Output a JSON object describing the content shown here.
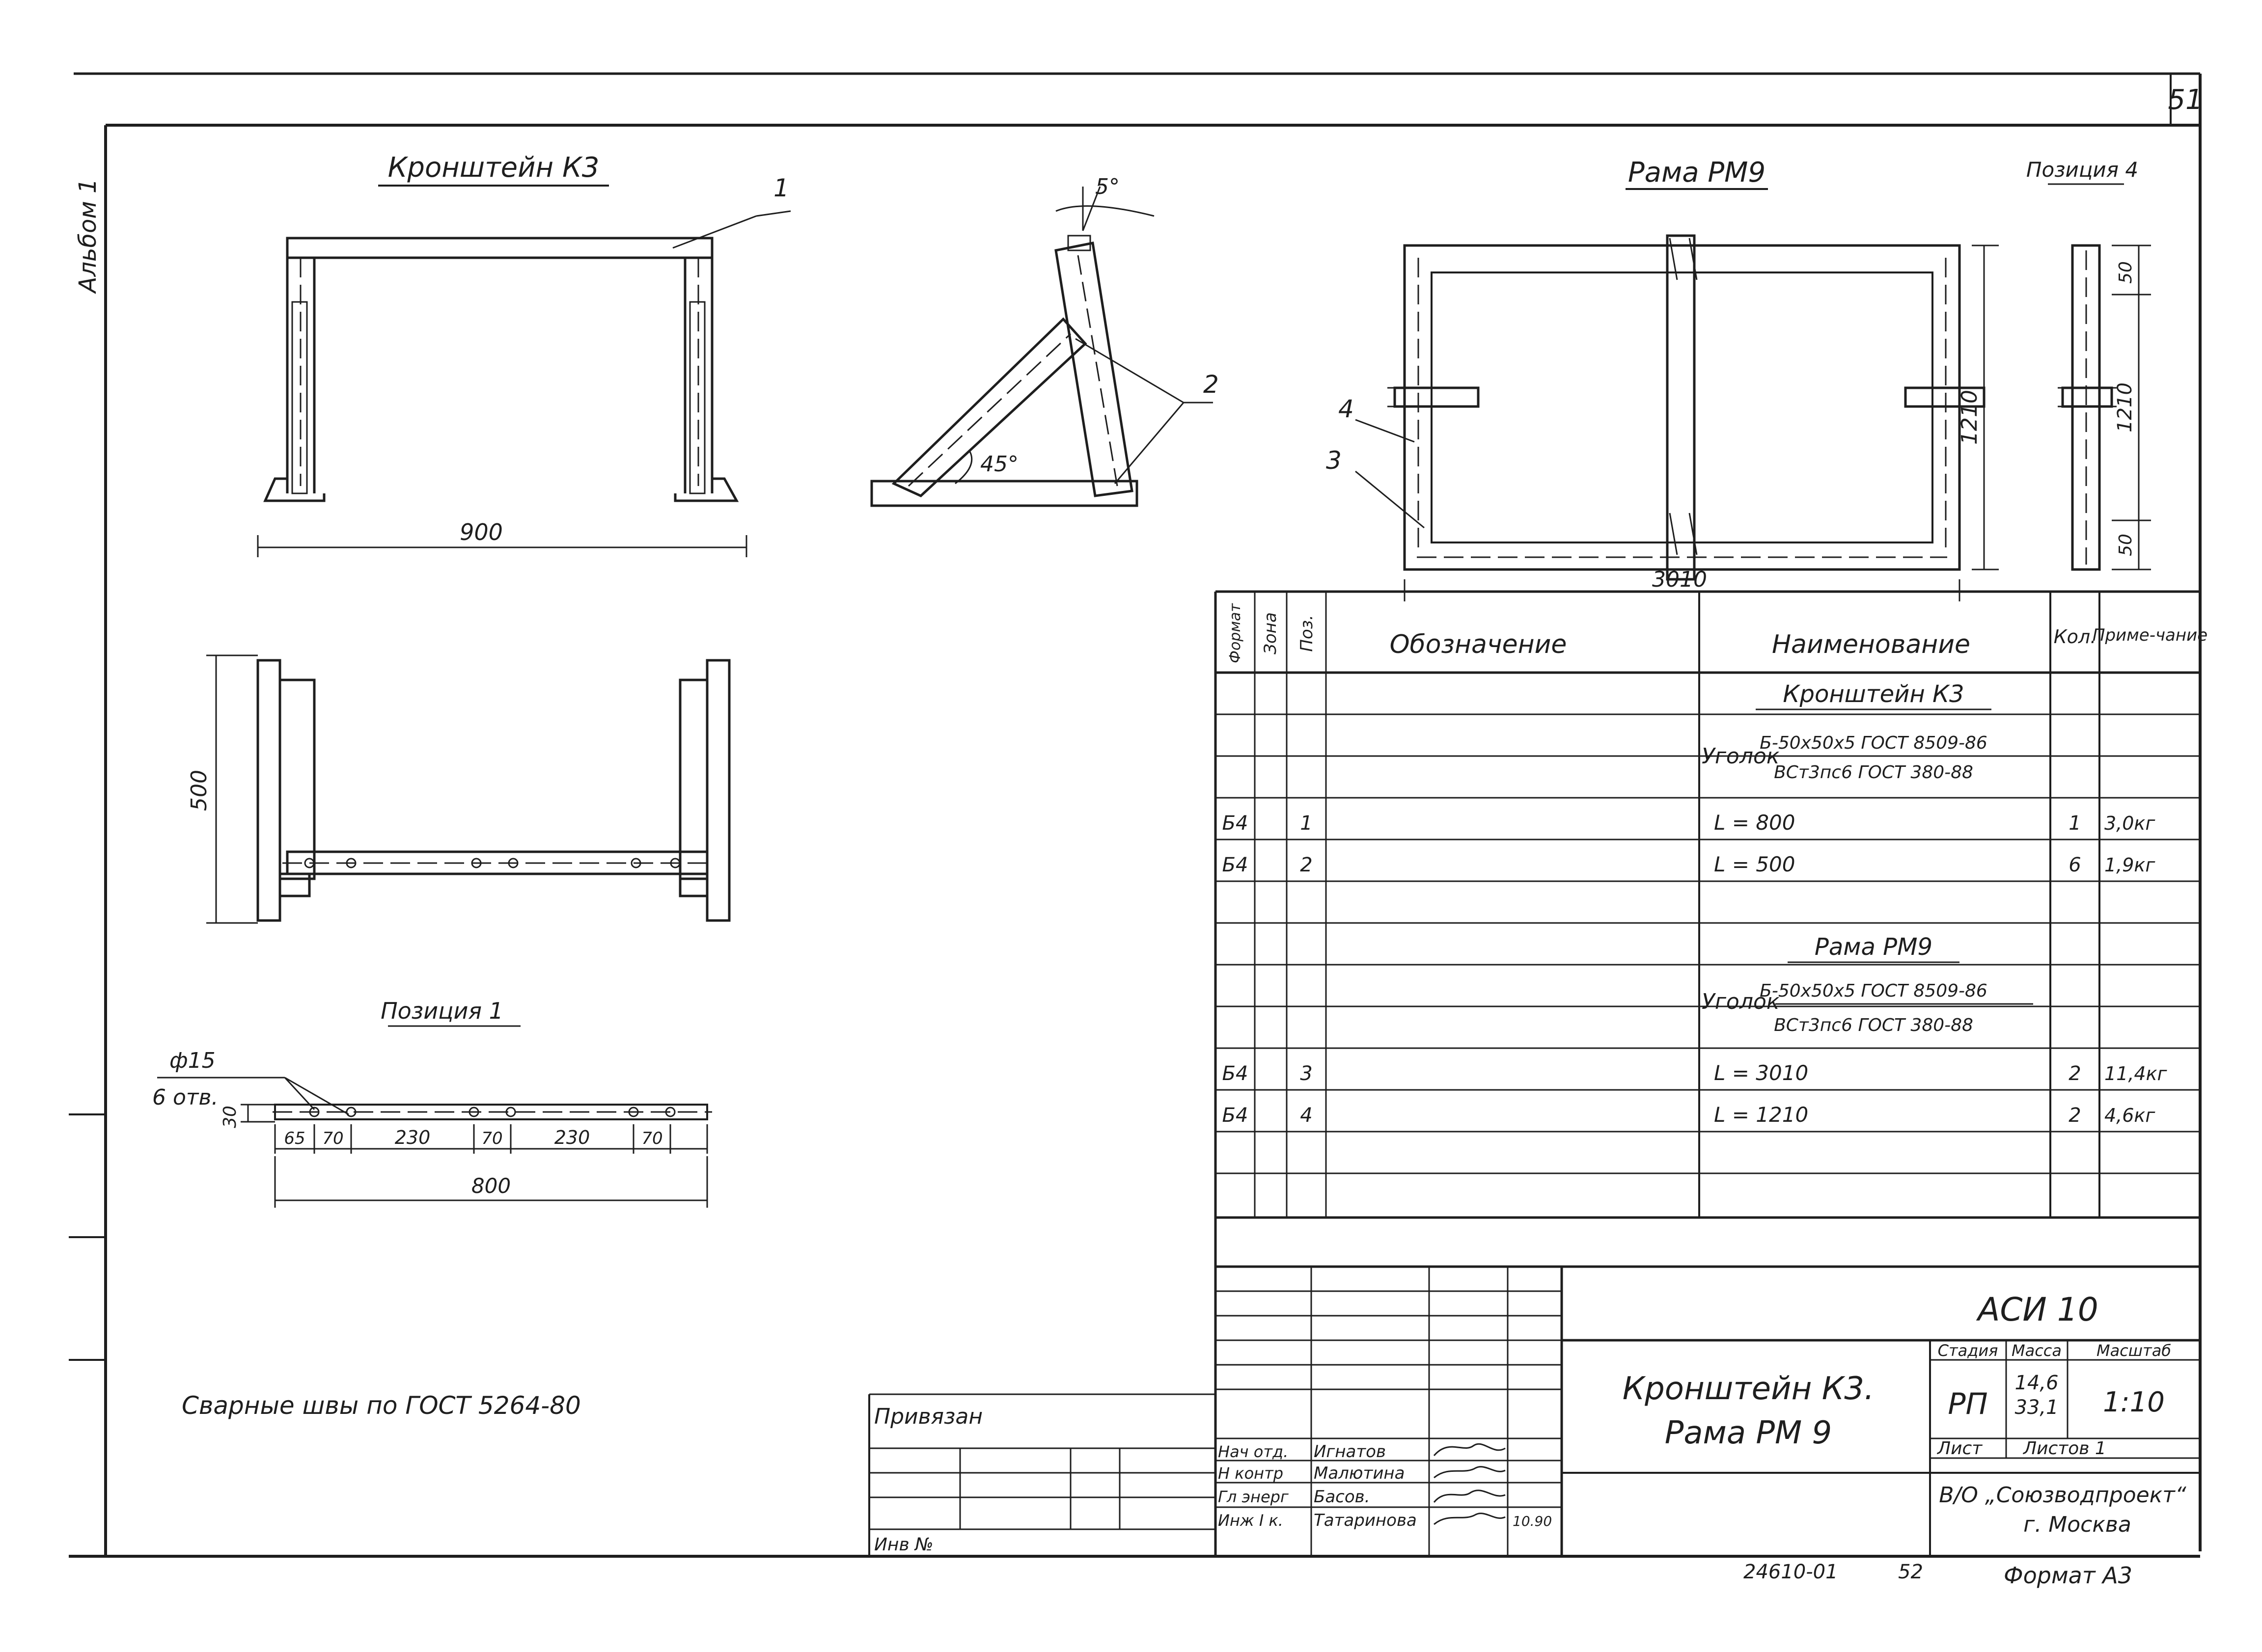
{
  "sheet": {
    "page_number": "51",
    "album_label": "Альбом 1",
    "doc_code": "АСИ 10",
    "title_line1": "Кронштейн К3.",
    "title_line2": "Рама РМ 9",
    "org_line1": "В/О „Союзводпроект“",
    "org_line2": "г. Москва",
    "format": "Формат А3",
    "archive_number": "24610-01",
    "archive_sheet": "52",
    "weld_note": "Сварные швы по ГОСТ 5264-80"
  },
  "drawings": {
    "bracket_title": "Кронштейн К3",
    "frame_title": "Рама РМ9",
    "position1_title": "Позиция 1",
    "position4_title": "Позиция 4",
    "dim_900": "900",
    "dim_500": "500",
    "dim_3010": "3010",
    "dim_1210": "1210",
    "dim_1210b": "1210",
    "dim_50a": "50",
    "dim_50b": "50",
    "angle_5": "5°",
    "angle_45": "45°",
    "leader_1": "1",
    "leader_2": "2",
    "leader_3": "3",
    "leader_4": "4",
    "hole_dia": "ф15",
    "hole_count": "6 отв.",
    "dim_30": "30",
    "dim_65": "65",
    "dim_70a": "70",
    "dim_230a": "230",
    "dim_70b": "70",
    "dim_230b": "230",
    "dim_70c": "70",
    "dim_800": "800"
  },
  "spec": {
    "headers": {
      "format": "Формат",
      "zone": "Зона",
      "pos": "Поз.",
      "designation": "Обозначение",
      "name": "Наименование",
      "qty": "Кол.",
      "note": "Приме-чание"
    },
    "section1": "Кронштейн К3",
    "material1_prefix": "Уголок",
    "material1_top": "Б-50х50х5 ГОСТ 8509-86",
    "material1_bottom": "ВСт3пс6 ГОСТ 380-88",
    "row1": {
      "format": "Б4",
      "pos": "1",
      "name": "L = 800",
      "qty": "1",
      "note": "3,0кг"
    },
    "row2": {
      "format": "Б4",
      "pos": "2",
      "name": "L = 500",
      "qty": "6",
      "note": "1,9кг"
    },
    "section2": "Рама РМ9",
    "material2_prefix": "Уголок",
    "material2_top": "Б-50х50х5 ГОСТ 8509-86",
    "material2_bottom": "ВСт3пс6 ГОСТ 380-88",
    "row3": {
      "format": "Б4",
      "pos": "3",
      "name": "L = 3010",
      "qty": "2",
      "note": "11,4кг"
    },
    "row4": {
      "format": "Б4",
      "pos": "4",
      "name": "L = 1210",
      "qty": "2",
      "note": "4,6кг"
    }
  },
  "stamp": {
    "tied_label": "Привязан",
    "inv_label": "Инв № ",
    "role1": "Нач отд.",
    "name1": "Игнатов",
    "role2": "Н контр",
    "name2": "Малютина",
    "role3": "Гл энерг",
    "name3": "Басов.",
    "role4": "Инж I к.",
    "name4": "Татаринова",
    "date": "10.90",
    "stage_label": "Стадия",
    "stage_value": "РП",
    "mass_label": "Масса",
    "mass_value1": "14,6",
    "mass_value2": "33,1",
    "scale_label": "Масштаб",
    "scale_value": "1:10",
    "sheet_label": "Лист",
    "sheets_label": "Листов 1"
  }
}
